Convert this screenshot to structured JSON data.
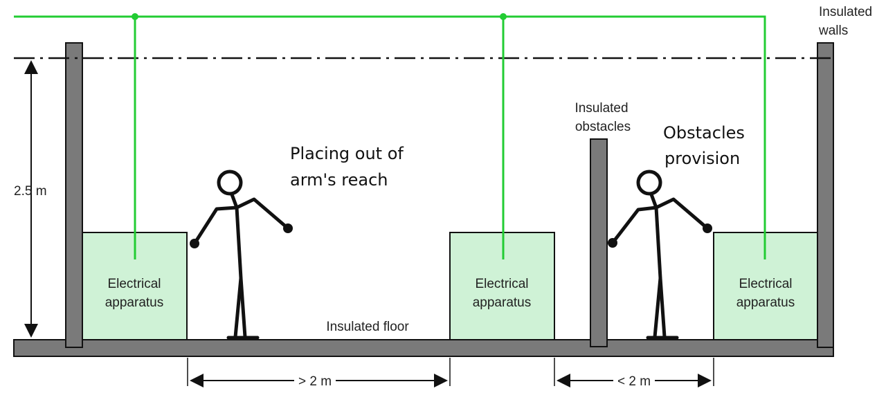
{
  "labels": {
    "insulated_walls_1": "Insulated",
    "insulated_walls_2": "walls",
    "insulated_obstacles_1": "Insulated",
    "insulated_obstacles_2": "obstacles",
    "obstacles_provision_1": "Obstacles",
    "obstacles_provision_2": "provision",
    "placing_out_1": "Placing out of",
    "placing_out_2": "arm's reach",
    "height": "2.5 m",
    "insulated_floor": "Insulated floor",
    "distance_greater": "> 2 m",
    "distance_less": "< 2 m"
  },
  "apparatus": [
    {
      "line1": "Electrical",
      "line2": "apparatus"
    },
    {
      "line1": "Electrical",
      "line2": "apparatus"
    },
    {
      "line1": "Electrical",
      "line2": "apparatus"
    }
  ],
  "colors": {
    "wire": "#22cc33",
    "apparatus_fill": "#cff2d6",
    "wall_fill": "#7a7a7a",
    "outline": "#111111"
  }
}
